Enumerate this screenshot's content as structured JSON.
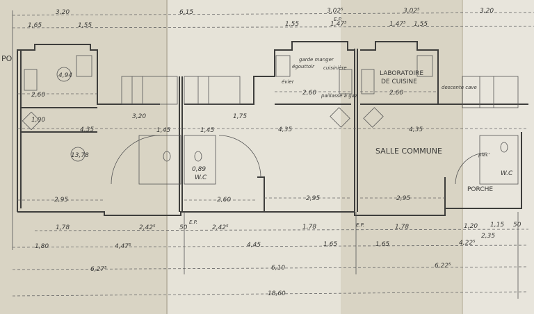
{
  "top_dims": {
    "row1": [
      "3,20",
      "6,15",
      "3,02⁵",
      "3,02⁵",
      "3,20"
    ],
    "row2": [
      "1,65",
      "1,55",
      "1,55",
      "1,47⁵",
      "1,47⁵",
      "1,55"
    ]
  },
  "rooms": {
    "area_left_small": "4,94",
    "area_left_large": "13,78",
    "salle_commune": "SALLE COMMUNE",
    "laboratoire_1": "LABORATOIRE",
    "laboratoire_2": "DE CUISINE",
    "porche": "PORCHE",
    "wc_left": "W.C",
    "wc_right": "W.C",
    "wc_area": "0,89",
    "placard": "plac'"
  },
  "notes": {
    "garde_manger": "garde manger",
    "egouttoir": "égouttoir",
    "cuisiniere": "cuisinière",
    "evier": "évier",
    "paillasse": "paillasse à gaz",
    "descente_cave": "descente cave",
    "ep": "E.P.",
    "po": "PO"
  },
  "inner_dims": [
    "2,60",
    "2,60",
    "2,60",
    "4,35",
    "4,35",
    "4,35",
    "2,95",
    "2,95",
    "2,95",
    "2,60",
    "1,45",
    "1,45",
    "1,00",
    "3,20",
    "1,75"
  ],
  "bottom_dims": {
    "row1": [
      "1,78",
      "2,42⁵",
      "50",
      "2,42⁵",
      "1,78",
      "1,78",
      "1,20",
      "1,15",
      "50",
      "2,35"
    ],
    "row2": [
      "1,80",
      "4,47⁵",
      "4,45",
      "1,65",
      "1,65",
      "4,22⁵"
    ],
    "row3": [
      "6,27⁵",
      "6,10",
      "6,22⁵"
    ],
    "total": "18,60"
  }
}
